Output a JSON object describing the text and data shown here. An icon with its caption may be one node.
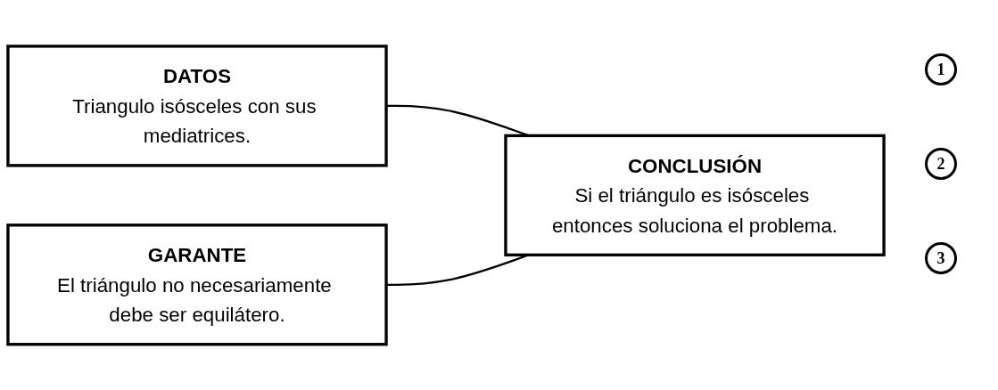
{
  "diagram": {
    "nodes": [
      {
        "text": [
          "DATOS",
          "Triangulo isósceles con sus mediatrices."
        ]
      },
      {
        "text": [
          "CONCLUSIÓN",
          "Si el triángulo es isósceles entonces soluciona el problema."
        ]
      },
      {
        "text": [
          "GARANTE",
          "El triángulo no necesariamente debe ser equilátero."
        ]
      }
    ],
    "edges": [
      {
        "from": 0,
        "to": 1,
        "arrow": "none"
      },
      {
        "from": 2,
        "to": 1,
        "arrow": "none"
      }
    ],
    "labels": [
      "1",
      "2",
      "3"
    ]
  }
}
